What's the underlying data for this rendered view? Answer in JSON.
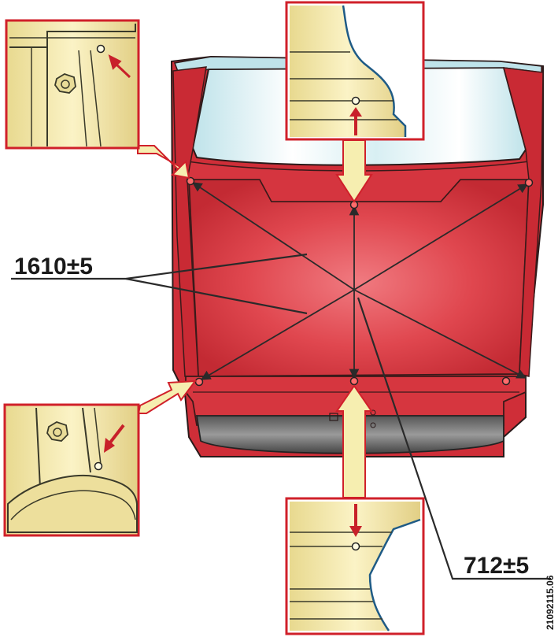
{
  "dimensions": {
    "diagonal": "1610±5",
    "vertical": "712±5"
  },
  "figure_code": "21092115.06",
  "colors": {
    "body_red": "#d8343e",
    "body_red_dark": "#b3242e",
    "glass": "#cfe9ee",
    "callout_fill": "#f4e7a6",
    "callout_border": "#d0202a",
    "arrow": "#c8202a"
  },
  "icons": {
    "detail_top_left": "hinge-bolt-detail",
    "detail_top_center": "roof-edge-detail",
    "detail_bottom_left": "hinge-bolt-detail",
    "detail_bottom_center": "sill-edge-detail"
  }
}
